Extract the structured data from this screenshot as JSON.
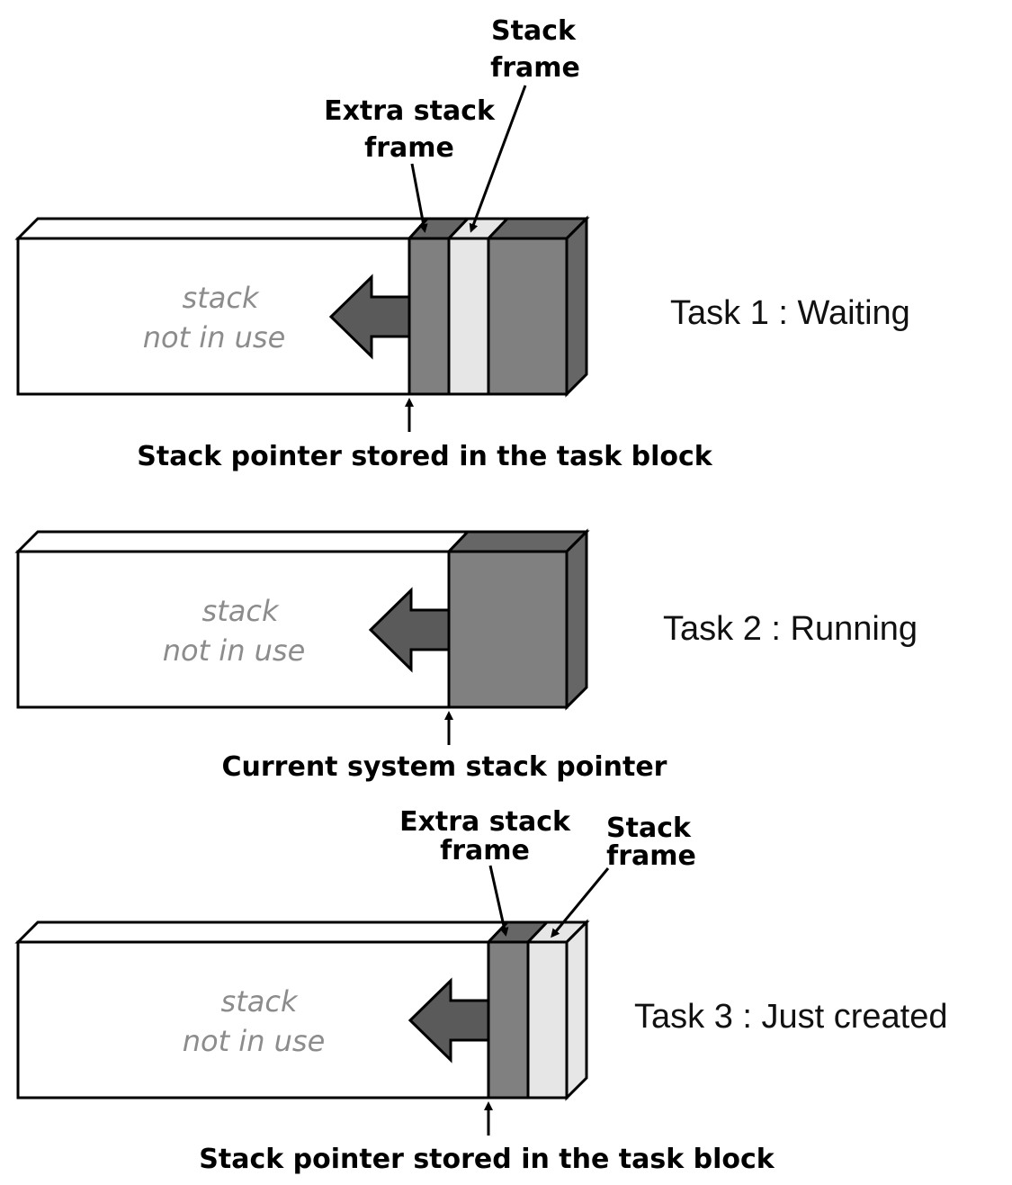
{
  "colors": {
    "outline": "#000000",
    "empty_face": "#ffffff",
    "frame_dark": "#808080",
    "frame_dark_side": "#666666",
    "frame_light": "#e6e6e6",
    "arrow": "#5a5a5a",
    "unused_text": "#8c8c8c"
  },
  "tasks": [
    {
      "status": "Task 1 : Waiting",
      "unused_line1": "stack",
      "unused_line2": "not in use",
      "frames": [
        "extra",
        "stack",
        "used"
      ],
      "pointer_label": "Stack pointer stored in the task block",
      "callout_extra_line1": "Extra stack",
      "callout_extra_line2": "frame",
      "callout_stack_line1": "Stack",
      "callout_stack_line2": "frame"
    },
    {
      "status": "Task 2 : Running",
      "unused_line1": "stack",
      "unused_line2": "not in use",
      "frames": [
        "used"
      ],
      "pointer_label": "Current system stack pointer"
    },
    {
      "status": "Task 3 : Just created",
      "unused_line1": "stack",
      "unused_line2": "not in use",
      "frames": [
        "extra",
        "stack"
      ],
      "pointer_label": "Stack pointer stored in the task block",
      "callout_extra_line1": "Extra stack",
      "callout_extra_line2": "frame",
      "callout_stack_line1": "Stack",
      "callout_stack_line2": "frame"
    }
  ]
}
